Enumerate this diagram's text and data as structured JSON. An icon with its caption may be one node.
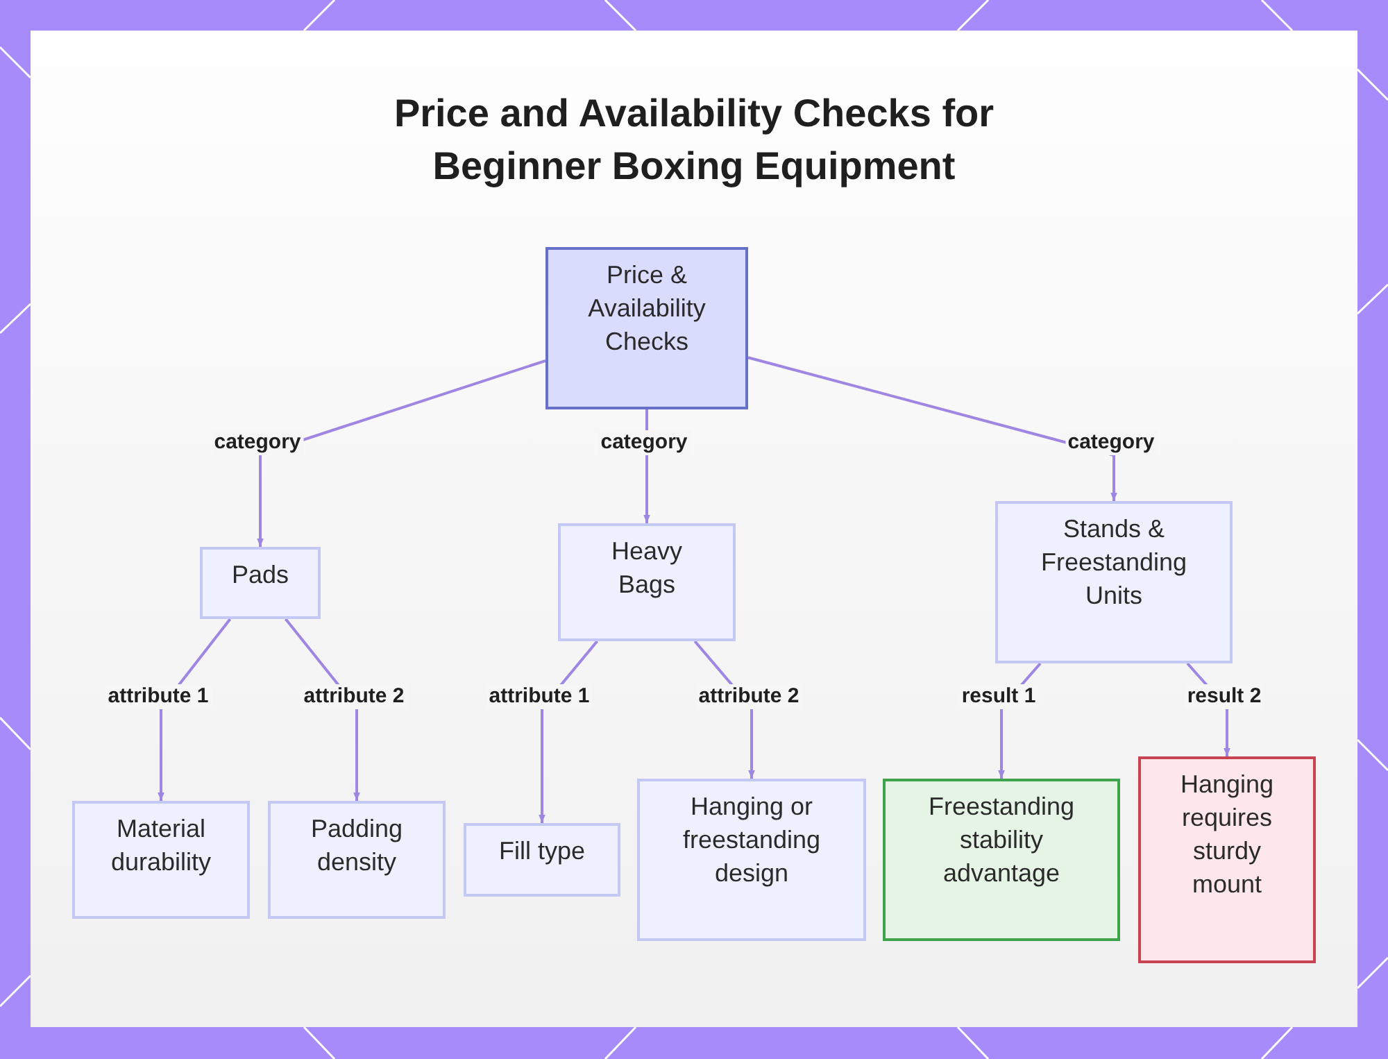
{
  "diagram": {
    "title": "Price and Availability Checks for Beginner Boxing Equipment",
    "nodes": [
      {
        "text": [
          "Price & Availability Checks"
        ]
      },
      {
        "text": [
          "Pads"
        ]
      },
      {
        "text": [
          "Heavy Bags"
        ]
      },
      {
        "text": [
          "Stands & Freestanding Units"
        ]
      },
      {
        "text": [
          "Material durability"
        ]
      },
      {
        "text": [
          "Padding density"
        ]
      },
      {
        "text": [
          "Fill type"
        ]
      },
      {
        "text": [
          "Hanging or freestanding design"
        ]
      },
      {
        "text": [
          "Freestanding stability advantage"
        ]
      },
      {
        "text": [
          "Hanging requires sturdy mount"
        ]
      }
    ],
    "edges": [
      {
        "from": 0,
        "to": 1,
        "arrow": "to",
        "label": "category"
      },
      {
        "from": 0,
        "to": 2,
        "arrow": "to",
        "label": "category"
      },
      {
        "from": 0,
        "to": 3,
        "arrow": "to",
        "label": "category"
      },
      {
        "from": 1,
        "to": 4,
        "arrow": "to",
        "label": "attribute 1"
      },
      {
        "from": 1,
        "to": 5,
        "arrow": "to",
        "label": "attribute 2"
      },
      {
        "from": 2,
        "to": 6,
        "arrow": "to",
        "label": "attribute 1"
      },
      {
        "from": 2,
        "to": 7,
        "arrow": "to",
        "label": "attribute 2"
      },
      {
        "from": 3,
        "to": 8,
        "arrow": "to",
        "label": "result 1"
      },
      {
        "from": 3,
        "to": 9,
        "arrow": "to",
        "label": "result 2"
      }
    ]
  }
}
